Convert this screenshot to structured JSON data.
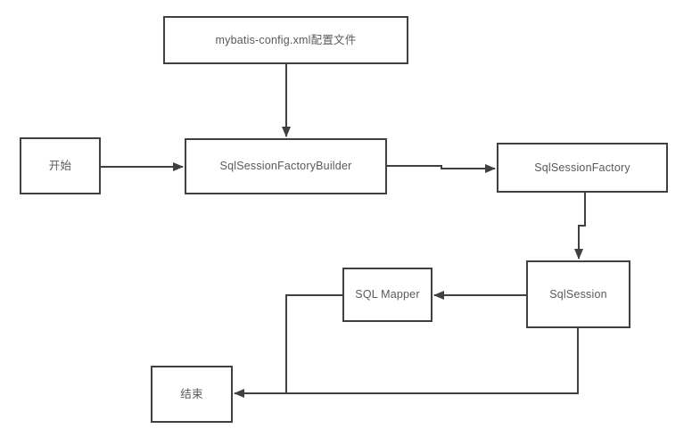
{
  "diagram": {
    "type": "flowchart",
    "background_color": "#ffffff",
    "line_color": "#404040",
    "text_color": "#595959",
    "nodes": [
      {
        "id": "config",
        "label": "mybatis-config.xml配置文件"
      },
      {
        "id": "start",
        "label": "开始"
      },
      {
        "id": "builder",
        "label": "SqlSessionFactoryBuilder"
      },
      {
        "id": "factory",
        "label": "SqlSessionFactory"
      },
      {
        "id": "session",
        "label": "SqlSession"
      },
      {
        "id": "mapper",
        "label": "SQL Mapper"
      },
      {
        "id": "end",
        "label": "结束"
      }
    ],
    "edges": [
      {
        "from": "config",
        "to": "builder",
        "style": "arrow-down"
      },
      {
        "from": "start",
        "to": "builder",
        "style": "arrow-right"
      },
      {
        "from": "builder",
        "to": "factory",
        "style": "arrow-right-with-jog"
      },
      {
        "from": "factory",
        "to": "session",
        "style": "arrow-down-with-jog"
      },
      {
        "from": "session",
        "to": "mapper",
        "style": "arrow-left"
      },
      {
        "from": "session",
        "to": "end",
        "style": "arrow-left-elbow"
      },
      {
        "from": "mapper",
        "to": "end",
        "style": "elbow-merge-no-arrowhead"
      }
    ]
  }
}
